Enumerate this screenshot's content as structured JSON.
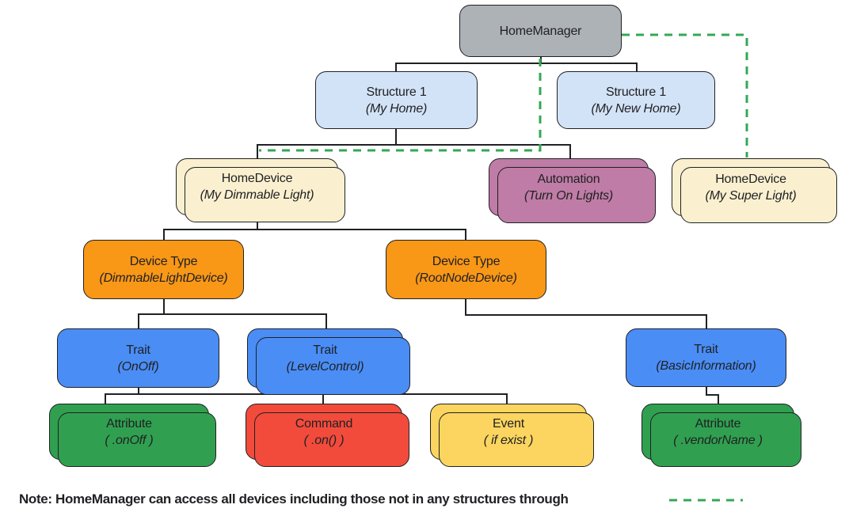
{
  "diagram": {
    "nodes": {
      "home_manager": {
        "title": "HomeManager"
      },
      "structure_my_home": {
        "title": "Structure 1",
        "subtitle": "(My Home)"
      },
      "structure_my_new_home": {
        "title": "Structure 1",
        "subtitle": "(My New Home)"
      },
      "home_device_dimmable": {
        "title": "HomeDevice",
        "subtitle": "(My Dimmable Light)"
      },
      "automation": {
        "title": "Automation",
        "subtitle": "(Turn On Lights)"
      },
      "home_device_super": {
        "title": "HomeDevice",
        "subtitle": "(My Super Light)"
      },
      "device_type_dimmable": {
        "title": "Device Type",
        "subtitle": "(DimmableLightDevice)"
      },
      "device_type_rootnode": {
        "title": "Device Type",
        "subtitle": "(RootNodeDevice)"
      },
      "trait_onoff": {
        "title": "Trait",
        "subtitle": "(OnOff)"
      },
      "trait_levelcontrol": {
        "title": "Trait",
        "subtitle": "(LevelControl)"
      },
      "trait_basicinfo": {
        "title": "Trait",
        "subtitle": "(BasicInformation)"
      },
      "attribute_onoff": {
        "title": "Attribute",
        "subtitle": "( .onOff )"
      },
      "command_on": {
        "title": "Command",
        "subtitle": "( .on() )"
      },
      "event_if_exist": {
        "title": "Event",
        "subtitle": "( if exist )"
      },
      "attribute_vendorname": {
        "title": "Attribute",
        "subtitle": "( .vendorName )"
      }
    },
    "edges": {
      "solid": [
        [
          "HomeManager",
          "Structure 1 (My Home)"
        ],
        [
          "HomeManager",
          "Structure 1 (My New Home)"
        ],
        [
          "Structure 1 (My Home)",
          "HomeDevice (My Dimmable Light)"
        ],
        [
          "Structure 1 (My Home)",
          "Automation (Turn On Lights)"
        ],
        [
          "HomeDevice (My Dimmable Light)",
          "Device Type (DimmableLightDevice)"
        ],
        [
          "HomeDevice (My Dimmable Light)",
          "Device Type (RootNodeDevice)"
        ],
        [
          "Device Type (DimmableLightDevice)",
          "Trait (OnOff)"
        ],
        [
          "Device Type (DimmableLightDevice)",
          "Trait (LevelControl)"
        ],
        [
          "Device Type (RootNodeDevice)",
          "Trait (BasicInformation)"
        ],
        [
          "Trait (OnOff)",
          "Attribute ( .onOff )"
        ],
        [
          "Trait (OnOff)",
          "Command ( .on() )"
        ],
        [
          "Trait (OnOff)",
          "Event ( if exist )"
        ],
        [
          "Trait (BasicInformation)",
          "Attribute ( .vendorName )"
        ]
      ],
      "dashed_green": [
        [
          "HomeManager",
          "HomeDevice (My Dimmable Light)"
        ],
        [
          "HomeManager",
          "HomeDevice (My Super Light)"
        ]
      ]
    },
    "note": "Note: HomeManager can access all devices including those not in any structures through",
    "colors": {
      "home_manager": "#ADB2B6",
      "structure": "#D3E3F7",
      "home_device": "#FAF0CF",
      "automation": "#BF7CA6",
      "device_type": "#F99716",
      "trait": "#4A8DF5",
      "attribute": "#30A050",
      "command": "#F24B3C",
      "event": "#FBD55F",
      "dashed_link": "#34A853",
      "connector": "#202124",
      "text": "#202124"
    }
  }
}
